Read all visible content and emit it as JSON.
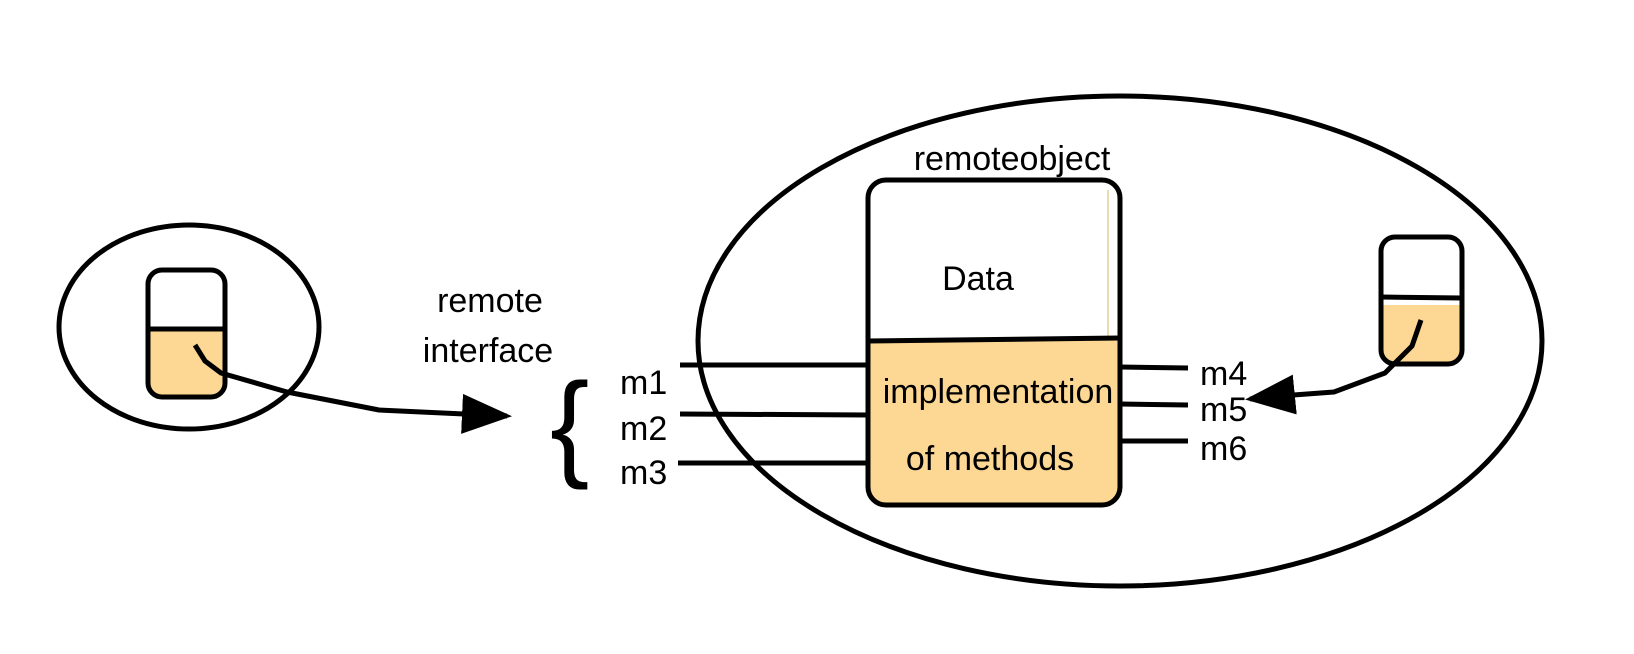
{
  "colors": {
    "stroke": "#000000",
    "fill_impl": "#FDD794",
    "background": "#FFFFFF"
  },
  "labels": {
    "remote_interface_line1": "remote",
    "remote_interface_line2": "interface",
    "remote_object": "remoteobject",
    "data": "Data",
    "impl_line1": "implementation",
    "impl_line2": "of methods",
    "interface_brace": "{"
  },
  "methods_left": [
    "m1",
    "m2",
    "m3"
  ],
  "methods_right": [
    "m4",
    "m5",
    "m6"
  ]
}
